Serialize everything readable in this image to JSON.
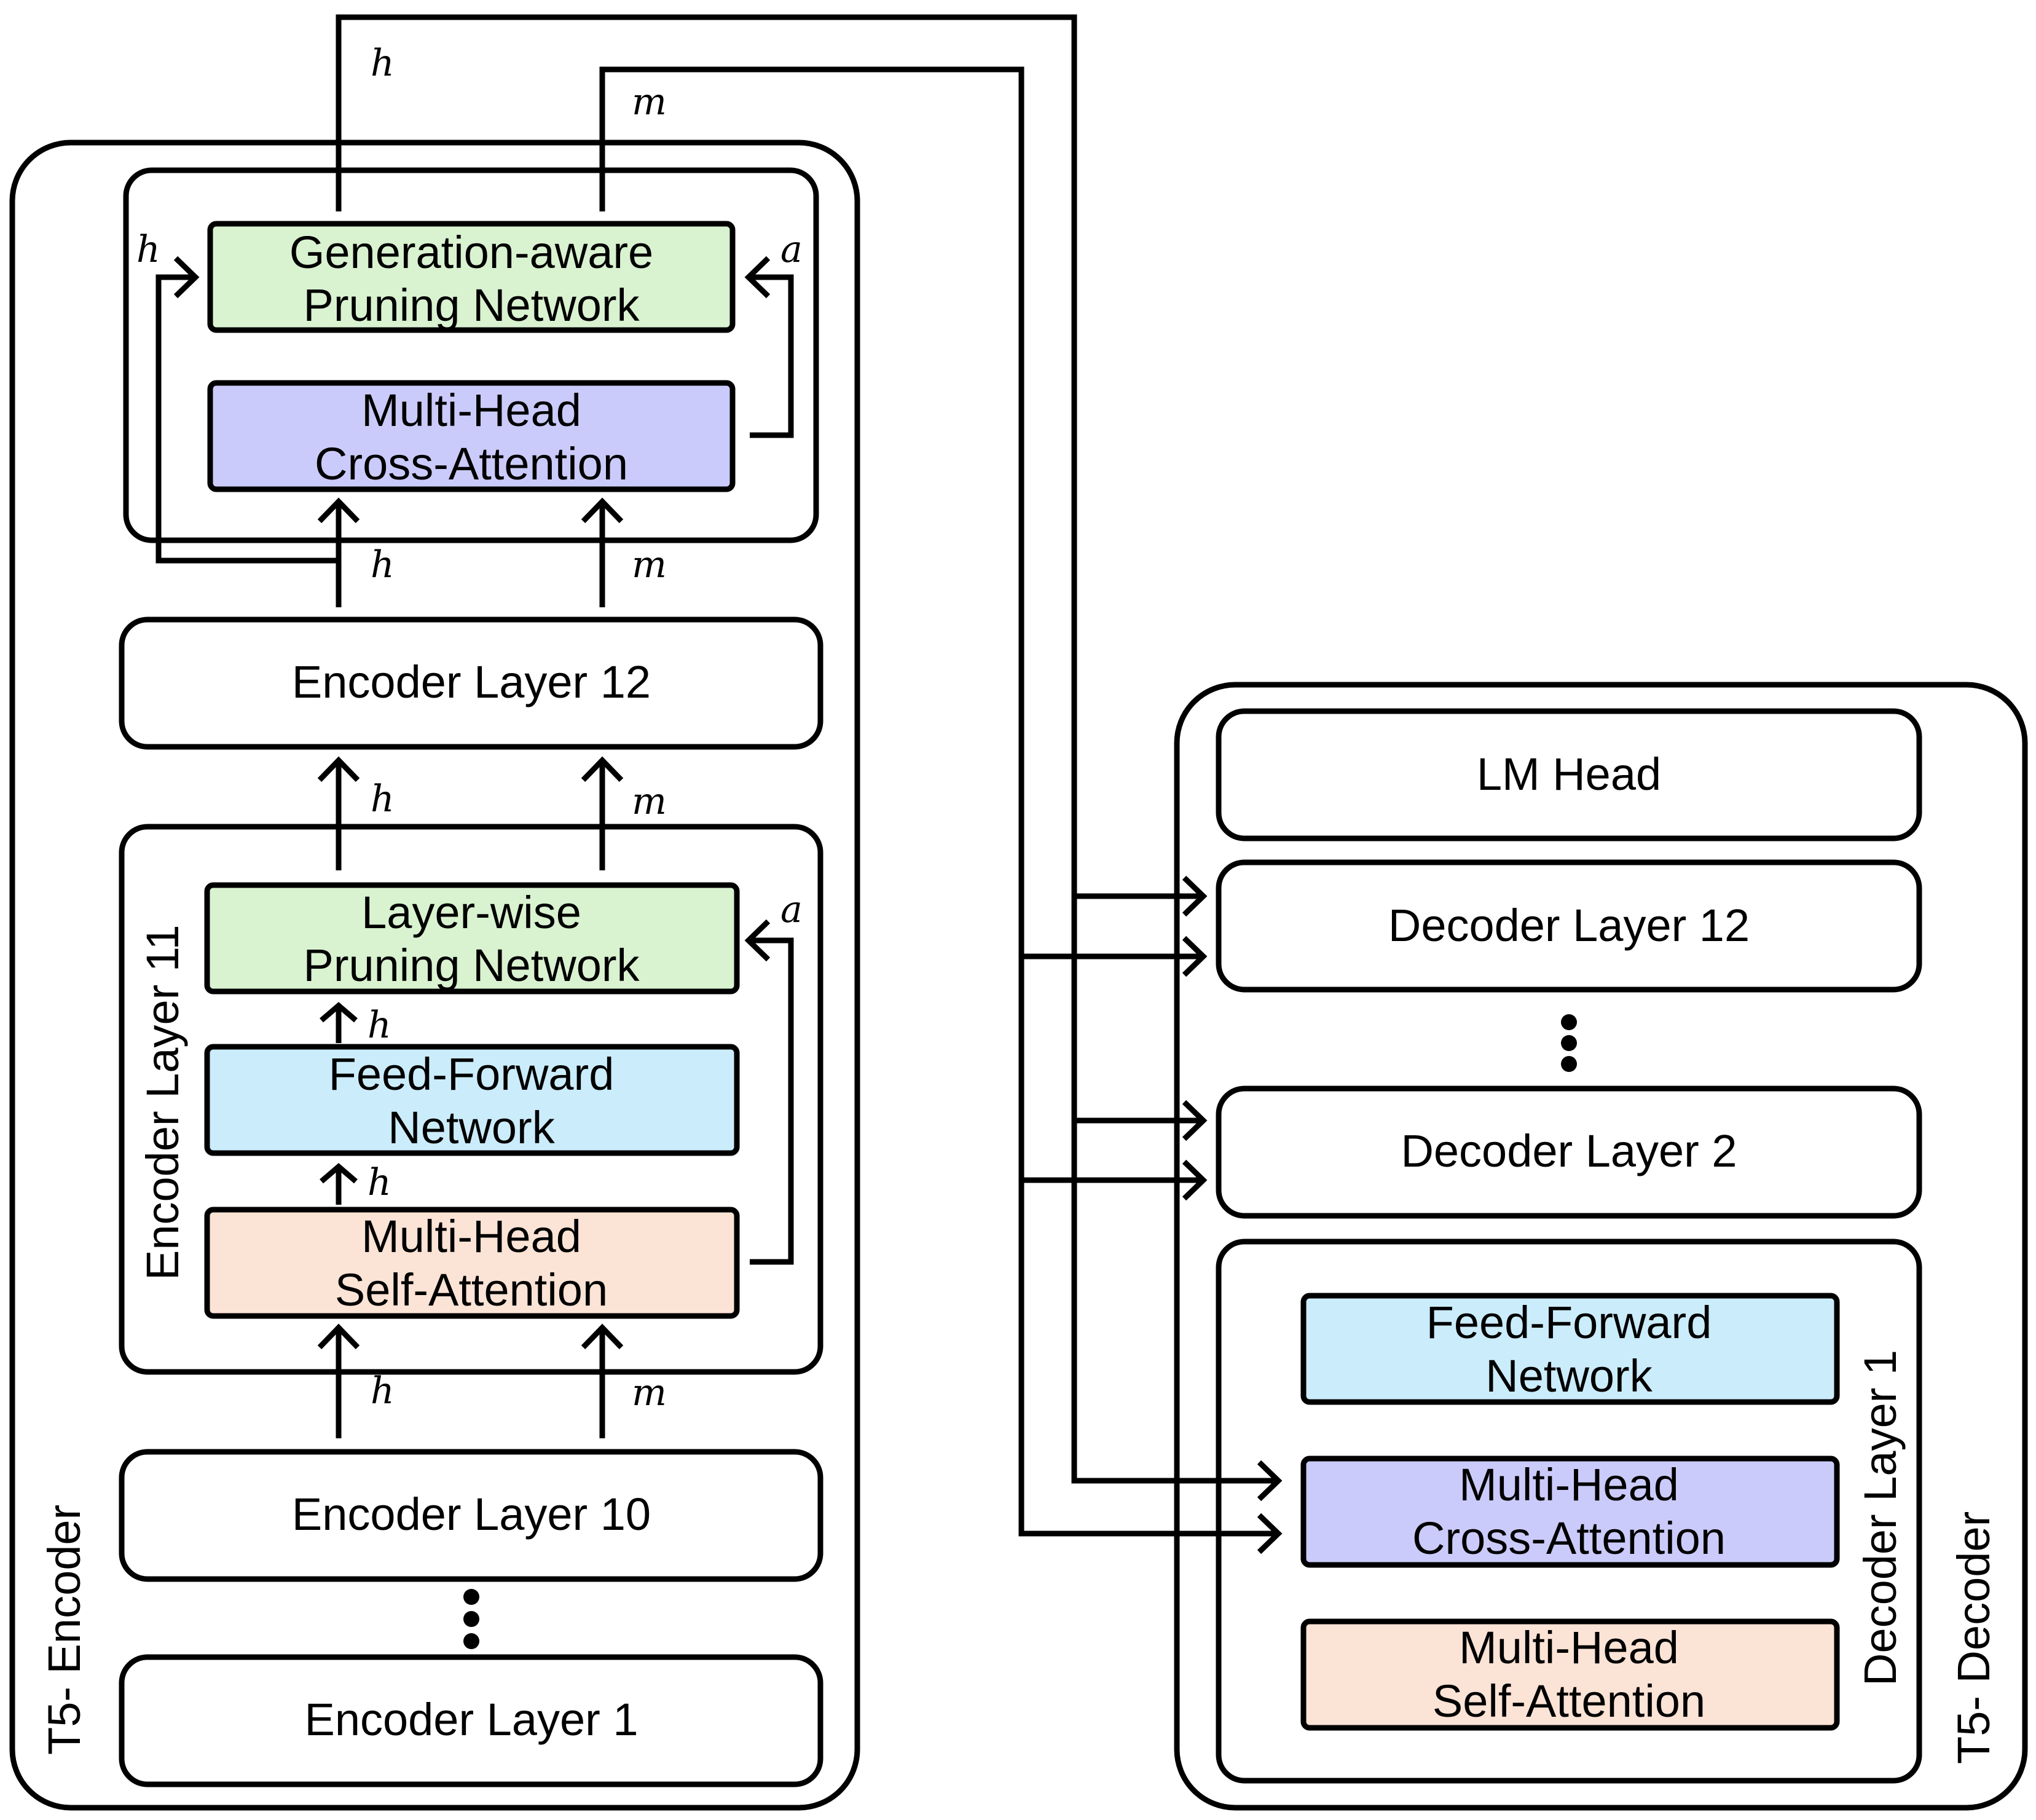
{
  "colors": {
    "green": "#d9f2d0",
    "purple": "#cbcbfb",
    "blue": "#cbecfb",
    "peach": "#fbe3d6",
    "white": "#ffffff",
    "stroke": "#000000"
  },
  "encoder": {
    "title": "T5- Encoder",
    "top_block": {
      "pruning_network": [
        "Generation-aware",
        "Pruning Network"
      ],
      "cross_attention": [
        "Multi-Head",
        "Cross-Attention"
      ]
    },
    "layer12": "Encoder Layer 12",
    "layer11": {
      "title": "Encoder Layer 11",
      "pruning_network": [
        "Layer-wise",
        "Pruning Network"
      ],
      "feed_forward": [
        "Feed-Forward",
        "Network"
      ],
      "self_attention": [
        "Multi-Head",
        "Self-Attention"
      ]
    },
    "layer10": "Encoder Layer 10",
    "layer1": "Encoder Layer 1"
  },
  "decoder": {
    "title": "T5- Decoder",
    "lm_head": "LM Head",
    "layer12": "Decoder Layer 12",
    "layer2": "Decoder Layer 2",
    "layer1": {
      "title": "Decoder Layer 1",
      "feed_forward": [
        "Feed-Forward",
        "Network"
      ],
      "cross_attention": [
        "Multi-Head",
        "Cross-Attention"
      ],
      "self_attention": [
        "Multi-Head",
        "Self-Attention"
      ]
    }
  },
  "variables": {
    "h": "h",
    "m": "m",
    "a": "a"
  }
}
